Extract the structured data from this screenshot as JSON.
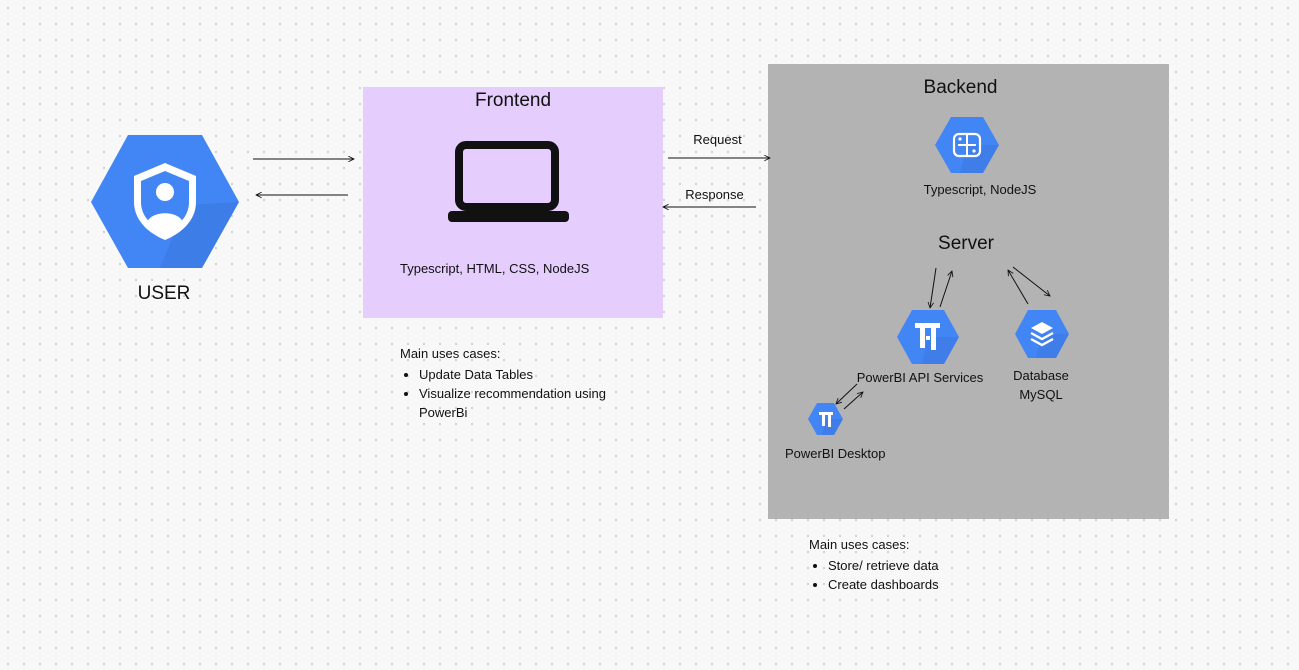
{
  "user": {
    "label": "USER",
    "icon": "user-shield-icon",
    "color": "#4285f4"
  },
  "frontend": {
    "title": "Frontend",
    "icon": "laptop-icon",
    "tech": "Typescript, HTML, CSS, NodeJS",
    "color": "#e5cdfd",
    "uses_title": "Main uses cases:",
    "uses": [
      "Update Data Tables",
      "Visualize recommendation using PowerBi"
    ]
  },
  "connections": {
    "request": "Request",
    "response": "Response"
  },
  "backend": {
    "title": "Backend",
    "color": "#b3b3b3",
    "tech_icon": "ai-brain-icon",
    "tech": "Typescript,  NodeJS",
    "server": "Server",
    "powerbi_api": {
      "label": "PowerBI API Services",
      "icon": "powerbi-api-icon"
    },
    "database": {
      "label": "Database",
      "sublabel": "MySQL",
      "icon": "database-stack-icon"
    },
    "powerbi_desktop": {
      "label": "PowerBI Desktop",
      "icon": "powerbi-desktop-icon"
    },
    "uses_title": "Main uses cases:",
    "uses": [
      "Store/ retrieve data",
      "Create dashboards"
    ]
  }
}
